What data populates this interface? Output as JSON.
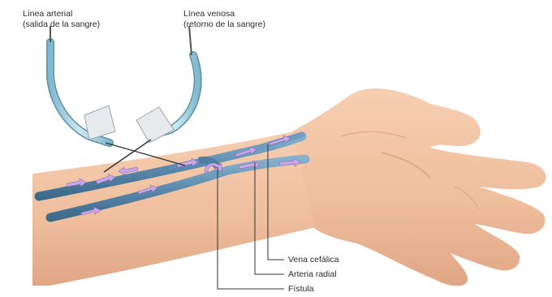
{
  "labels": {
    "arterial_line_title": "Línea arterial",
    "arterial_line_sub": "(salida de la sangre)",
    "venous_line_title": "Línea venosa",
    "venous_line_sub": "(retorno de la sangre)",
    "cephalic_vein": "Vena cefálica",
    "radial_artery": "Arteria radial",
    "fistula": "Fístula"
  },
  "colors": {
    "skin": "#f2c4a3",
    "skin_shadow": "#d99d7d",
    "tube": "#9ccfe0",
    "vessel": "#5f8fb2",
    "arrow": "#b99ad8",
    "leader": "#333333"
  }
}
